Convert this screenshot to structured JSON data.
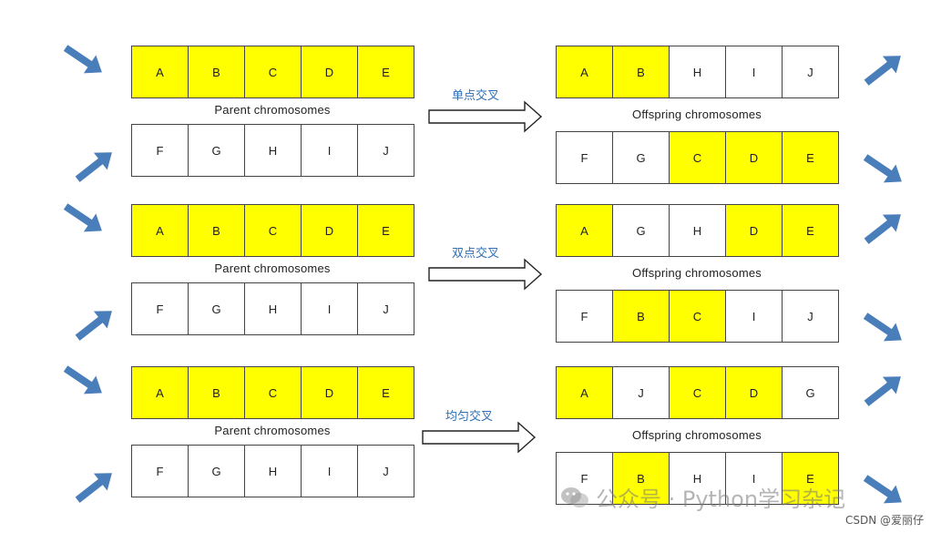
{
  "colors": {
    "gene_yellow": "#ffff00",
    "gene_white": "#ffffff",
    "arrow_blue": "#4a7ebb",
    "method_text": "#2f6fb5"
  },
  "icons": [
    "diagonal-arrow-icon",
    "hollow-right-arrow-icon",
    "wechat-icon"
  ],
  "panels": [
    {
      "method": "单点交叉",
      "parent_caption": "Parent  chromosomes",
      "offspring_caption": "Offspring  chromosomes",
      "parent1": [
        [
          "A",
          "y"
        ],
        [
          "B",
          "y"
        ],
        [
          "C",
          "y"
        ],
        [
          "D",
          "y"
        ],
        [
          "E",
          "y"
        ]
      ],
      "parent2": [
        [
          "F",
          "w"
        ],
        [
          "G",
          "w"
        ],
        [
          "H",
          "w"
        ],
        [
          "I",
          "w"
        ],
        [
          "J",
          "w"
        ]
      ],
      "offspring1": [
        [
          "A",
          "y"
        ],
        [
          "B",
          "y"
        ],
        [
          "H",
          "w"
        ],
        [
          "I",
          "w"
        ],
        [
          "J",
          "w"
        ]
      ],
      "offspring2": [
        [
          "F",
          "w"
        ],
        [
          "G",
          "w"
        ],
        [
          "C",
          "y"
        ],
        [
          "D",
          "y"
        ],
        [
          "E",
          "y"
        ]
      ]
    },
    {
      "method": "双点交叉",
      "parent_caption": "Parent  chromosomes",
      "offspring_caption": "Offspring  chromosomes",
      "parent1": [
        [
          "A",
          "y"
        ],
        [
          "B",
          "y"
        ],
        [
          "C",
          "y"
        ],
        [
          "D",
          "y"
        ],
        [
          "E",
          "y"
        ]
      ],
      "parent2": [
        [
          "F",
          "w"
        ],
        [
          "G",
          "w"
        ],
        [
          "H",
          "w"
        ],
        [
          "I",
          "w"
        ],
        [
          "J",
          "w"
        ]
      ],
      "offspring1": [
        [
          "A",
          "y"
        ],
        [
          "G",
          "w"
        ],
        [
          "H",
          "w"
        ],
        [
          "D",
          "y"
        ],
        [
          "E",
          "y"
        ]
      ],
      "offspring2": [
        [
          "F",
          "w"
        ],
        [
          "B",
          "y"
        ],
        [
          "C",
          "y"
        ],
        [
          "I",
          "w"
        ],
        [
          "J",
          "w"
        ]
      ]
    },
    {
      "method": "均匀交叉",
      "parent_caption": "Parent  chromosomes",
      "offspring_caption": "Offspring  chromosomes",
      "parent1": [
        [
          "A",
          "y"
        ],
        [
          "B",
          "y"
        ],
        [
          "C",
          "y"
        ],
        [
          "D",
          "y"
        ],
        [
          "E",
          "y"
        ]
      ],
      "parent2": [
        [
          "F",
          "w"
        ],
        [
          "G",
          "w"
        ],
        [
          "H",
          "w"
        ],
        [
          "I",
          "w"
        ],
        [
          "J",
          "w"
        ]
      ],
      "offspring1": [
        [
          "A",
          "y"
        ],
        [
          "J",
          "w"
        ],
        [
          "C",
          "y"
        ],
        [
          "D",
          "y"
        ],
        [
          "G",
          "w"
        ]
      ],
      "offspring2": [
        [
          "F",
          "w"
        ],
        [
          "B",
          "y"
        ],
        [
          "H",
          "w"
        ],
        [
          "I",
          "w"
        ],
        [
          "E",
          "y"
        ]
      ]
    }
  ],
  "watermark": "公众号 · Python学习杂记",
  "credit": "CSDN @爱丽仔"
}
